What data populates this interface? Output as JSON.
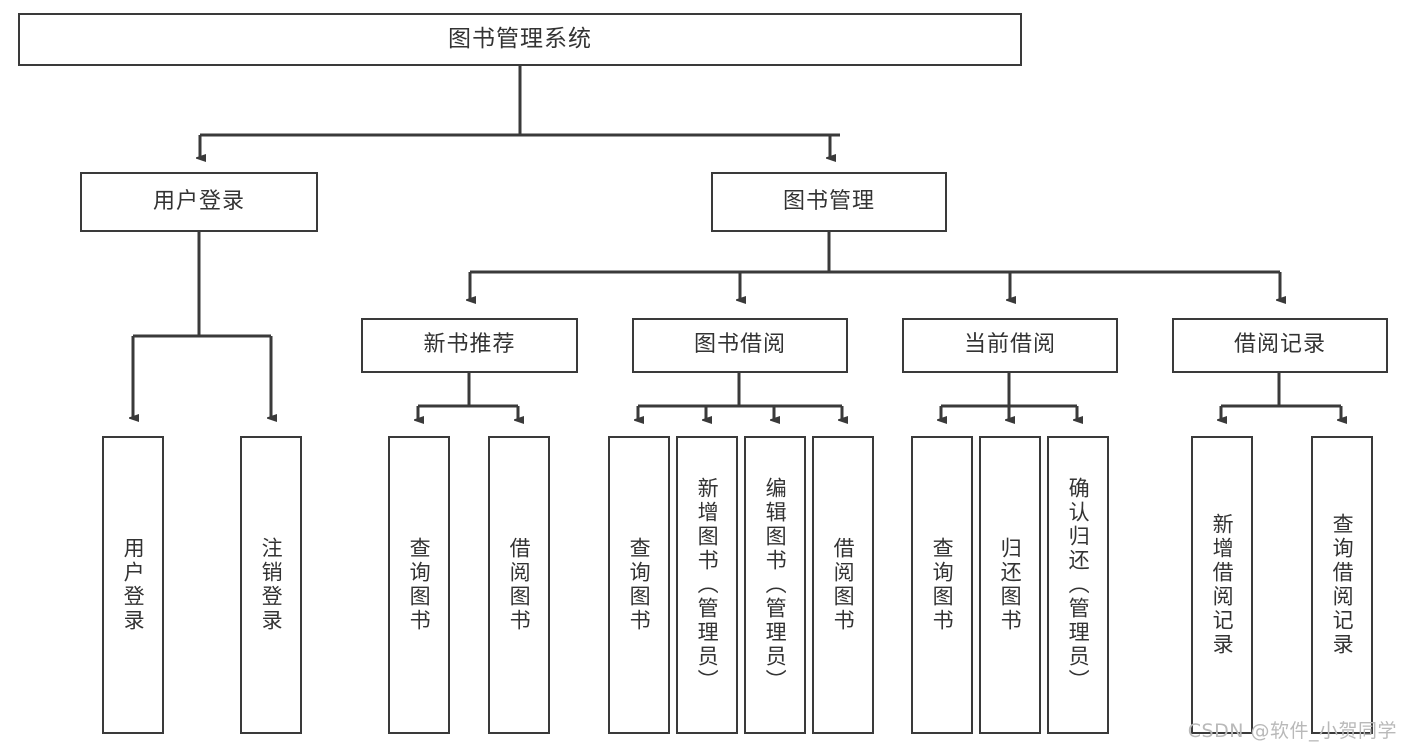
{
  "diagram": {
    "title": "图书管理系统",
    "type": "tree-hierarchy-diagram",
    "colors": {
      "box_border": "#3a3a3a",
      "box_fill": "#ffffff",
      "text": "#333333",
      "connector": "#3a3a3a",
      "watermark": "#b9b9b9",
      "background": "#ffffff"
    },
    "root": {
      "label": "图书管理系统"
    },
    "level2": [
      {
        "label": "用户登录"
      },
      {
        "label": "图书管理"
      }
    ],
    "level3": [
      {
        "label": "新书推荐"
      },
      {
        "label": "图书借阅"
      },
      {
        "label": "当前借阅"
      },
      {
        "label": "借阅记录"
      }
    ],
    "leaves": {
      "user_login": [
        {
          "label": "用户登录"
        },
        {
          "label": "注销登录"
        }
      ],
      "new_book_recommend": [
        {
          "label": "查询图书"
        },
        {
          "label": "借阅图书"
        }
      ],
      "book_borrow": [
        {
          "label": "查询图书"
        },
        {
          "label": "新增图书（管理员）"
        },
        {
          "label": "编辑图书（管理员）"
        },
        {
          "label": "借阅图书"
        }
      ],
      "current_borrow": [
        {
          "label": "查询图书"
        },
        {
          "label": "归还图书"
        },
        {
          "label": "确认归还（管理员）"
        }
      ],
      "borrow_record": [
        {
          "label": "新增借阅记录"
        },
        {
          "label": "查询借阅记录"
        }
      ]
    }
  },
  "watermark": {
    "text": "CSDN @软件_小贺同学"
  }
}
